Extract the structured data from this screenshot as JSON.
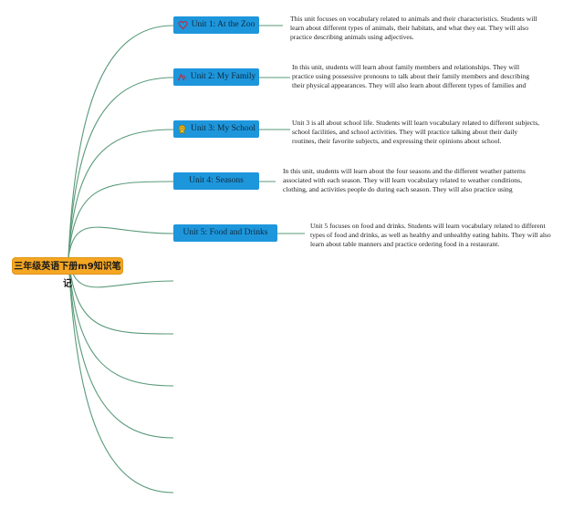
{
  "root": {
    "label": "三年级英语下册m9知识笔记"
  },
  "units": [
    {
      "label": "Unit 1: At the Zoo",
      "icon": "heart-icon",
      "description": "This unit focuses on vocabulary related to animals and their characteristics. Students will learn about different types of animals, their habitats, and what they eat. They will also practice describing animals using adjectives."
    },
    {
      "label": "Unit 2: My Family",
      "icon": "caret-icon",
      "description": "In this unit, students will learn about family members and relationships. They will practice using possessive pronouns to talk about their family members and describing their physical appearances. They will also learn about different types of families and cultural differences."
    },
    {
      "label": "Unit 3: My School",
      "icon": "badge-icon",
      "description": "Unit 3 is all about school life. Students will learn vocabulary related to different subjects, school facilities, and school activities. They will practice talking about their daily routines, their favorite subjects, and expressing their opinions about school."
    },
    {
      "label": "Unit 4: Seasons",
      "icon": "",
      "description": "In this unit, students will learn about the four seasons and the different weather patterns associated with each season. They will learn vocabulary related to weather conditions, clothing, and activities people do during each season. They will also practice using present continuous tense to describe current weather."
    },
    {
      "label": "Unit 5: Food and Drinks",
      "icon": "",
      "description": "Unit 5 focuses on food and drinks. Students will learn vocabulary related to different types of food and drinks, as well as healthy and unhealthy eating habits. They will also learn about table manners and practice ordering food in a restaurant."
    }
  ],
  "colors": {
    "branch": "#5a9a7a",
    "unit": "#1e96dc",
    "root": "#f5a623"
  }
}
